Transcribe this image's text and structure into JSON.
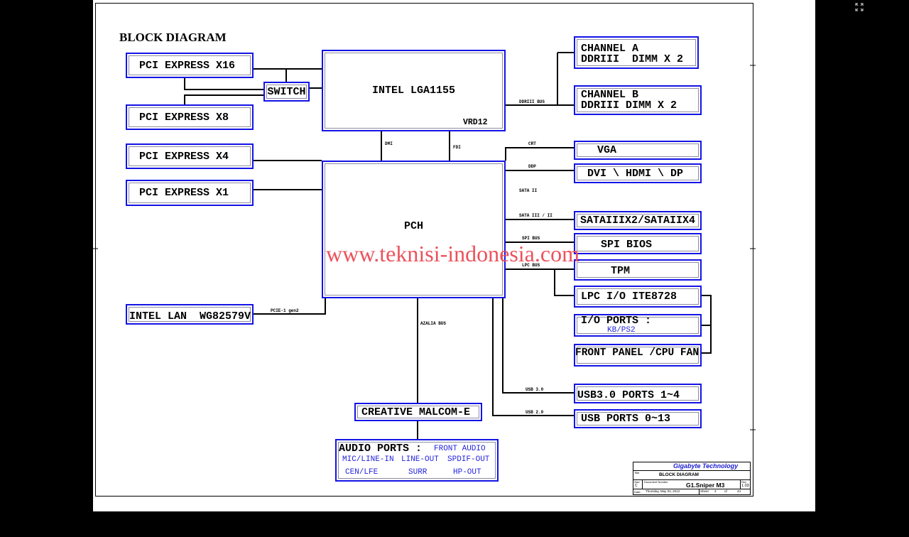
{
  "colors": {
    "background": "#000000",
    "page": "#ffffff",
    "block_border": "#1414e6",
    "block_inner": "#8c8ca0",
    "port_text": "#2525dc",
    "watermark": "#ec525c",
    "company_text": "#1c1cd0"
  },
  "viewer": {
    "fullscreen_icon": "fullscreen-icon"
  },
  "diagram": {
    "title": "BLOCK DIAGRAM",
    "blocks": {
      "pcie_x16": "PCI EXPRESS X16",
      "switch": "SWITCH",
      "pcie_x8": "PCI EXPRESS X8",
      "cpu": {
        "label": "INTEL LGA1155",
        "vrm": "VRD12"
      },
      "channel_a": [
        "CHANNEL A",
        "DDRIII  DIMM X 2"
      ],
      "channel_b": [
        "CHANNEL B",
        "DDRIII DIMM X 2"
      ],
      "pcie_x4": "PCI EXPRESS X4",
      "pcie_x1": "PCI EXPRESS X1",
      "pch": "PCH",
      "vga": "VGA",
      "display": "DVI \\ HDMI \\ DP",
      "sata": "SATAIIIX2/SATAIIX4",
      "spi_bios": "SPI BIOS",
      "tpm": "TPM",
      "lpc_io": "LPC I/O ITE8728",
      "io_ports": {
        "label": "I/O PORTS :",
        "detail": "KB/PS2"
      },
      "front_panel": "FRONT PANEL /CPU FAN",
      "lan": "INTEL LAN  WG82579V",
      "usb3": "USB3.0 PORTS 1~4",
      "usb2": "USB PORTS 0~13",
      "audio_codec": "CREATIVE MALCOM-E",
      "audio_ports": {
        "label": "AUDIO PORTS :",
        "items": [
          "FRONT AUDIO",
          "MIC/LINE-IN",
          "LINE-OUT",
          "SPDIF-OUT",
          "CEN/LFE",
          "SURR",
          "HP-OUT"
        ]
      }
    },
    "buses": {
      "ddr": "DDRIII BUS",
      "dmi": "DMI",
      "fdi": "FDI",
      "crt": "CRT",
      "ddp": "DDP",
      "sata2": "SATA II",
      "sata": "SATA III / II",
      "spi": "SPI BUS",
      "lpc": "LPC BUS",
      "pcie_lan": "PCIE-1 gen2",
      "azalia": "AZALIA BUS",
      "usb3": "USB 3.0",
      "usb2": "USB 2.0"
    }
  },
  "watermark": "www.teknisi-indonesia.com",
  "title_block": {
    "company": "Gigabyte Technology",
    "title_label": "Title",
    "title": "BLOCK DIAGRAM",
    "size_label": "Size",
    "size": "C",
    "document_label": "Document Number",
    "document": "G1.Sniper M3",
    "rev_label": "Rev",
    "rev": "1.03",
    "date_label": "Date:",
    "date": "Thursday, May 03, 2012",
    "sheet_label": "Sheet",
    "sheet": "3",
    "of_label": "of",
    "sheet_total": "44"
  }
}
